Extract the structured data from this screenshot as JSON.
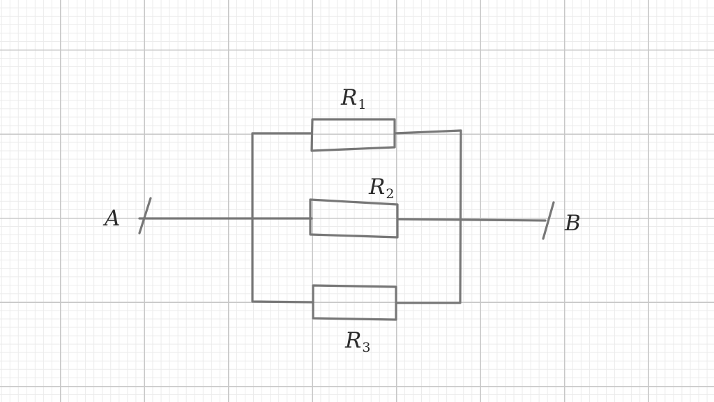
{
  "diagram": {
    "terminal_a": "A",
    "terminal_b": "B",
    "resistors": [
      {
        "letter": "R",
        "index": "1"
      },
      {
        "letter": "R",
        "index": "2"
      },
      {
        "letter": "R",
        "index": "3"
      }
    ]
  },
  "colors": {
    "wire": "#777777",
    "grid_major": "#c7c7c7",
    "grid_minor": "#ebebeb",
    "text": "#2a2a2a"
  }
}
